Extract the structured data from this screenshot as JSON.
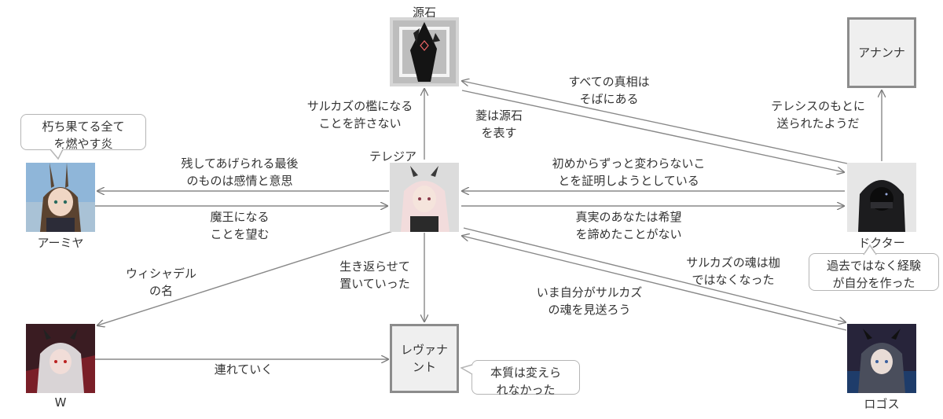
{
  "nodes": {
    "gengseki": "源石",
    "ananna": "アナンナ",
    "amiya": "アーミヤ",
    "theresia": "テレジア",
    "doctor": "ドクター",
    "w": "W",
    "revenant": "レヴァナント",
    "logos": "ロゴス"
  },
  "bubbles": {
    "amiya": [
      "朽ち果てる全て",
      "を燃やす炎"
    ],
    "doctor": [
      "過去ではなく経験",
      "が自分を作った"
    ],
    "revenant": [
      "本質は変えら",
      "れなかった"
    ]
  },
  "edges": {
    "theresia_gengseki": [
      "サルカズの檻になる",
      "ことを許さない"
    ],
    "doctor_gengseki": [
      "すべての真相は",
      "そばにある"
    ],
    "gengseki_doctor": [
      "菱は源石",
      "を表す"
    ],
    "doctor_ananna": [
      "テレシスのもとに",
      "送られたようだ"
    ],
    "theresia_amiya": [
      "残してあげられる最後",
      "のものは感情と意思"
    ],
    "amiya_theresia": [
      "魔王になる",
      "ことを望む"
    ],
    "doctor_theresia": [
      "初めからずっと変わらないこ",
      "とを証明しようとしている"
    ],
    "theresia_doctor": [
      "真実のあなたは希望",
      "を諦めたことがない"
    ],
    "theresia_w": [
      "ウィシャデル",
      "の名"
    ],
    "theresia_revenant": [
      "生き返らせて",
      "置いていった"
    ],
    "logos_theresia": [
      "いま自分がサルカズ",
      "の魂を見送ろう"
    ],
    "theresia_logos": [
      "サルカズの魂は枷",
      "ではなくなった"
    ],
    "w_revenant": [
      "連れていく"
    ]
  }
}
